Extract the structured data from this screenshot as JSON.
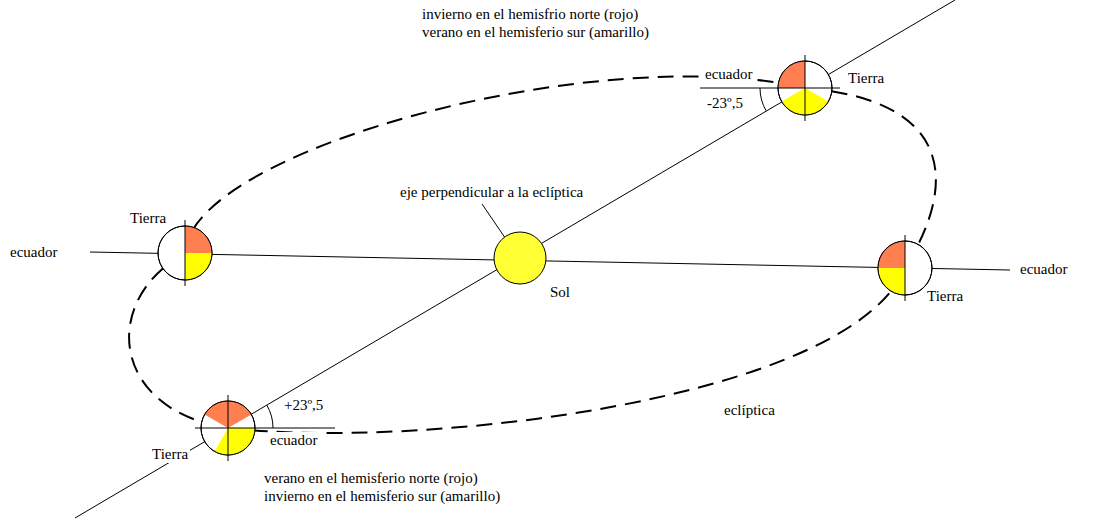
{
  "diagram": {
    "labels": [
      "invierno en el hemisfrio norte (rojo)",
      "verano en el hemisferio sur (amarillo)",
      "Tierra",
      "ecuador",
      "-23º,5",
      "eje perpendicular a la eclíptica",
      "Tierra",
      "ecuador",
      "Sol",
      "ecuador",
      "Tierra",
      "+23º,5",
      "ecuador",
      "eclíptica",
      "Tierra",
      "verano en el hemisferio norte (rojo)",
      "invierno en el hemisferio sur (amarillo)"
    ]
  }
}
